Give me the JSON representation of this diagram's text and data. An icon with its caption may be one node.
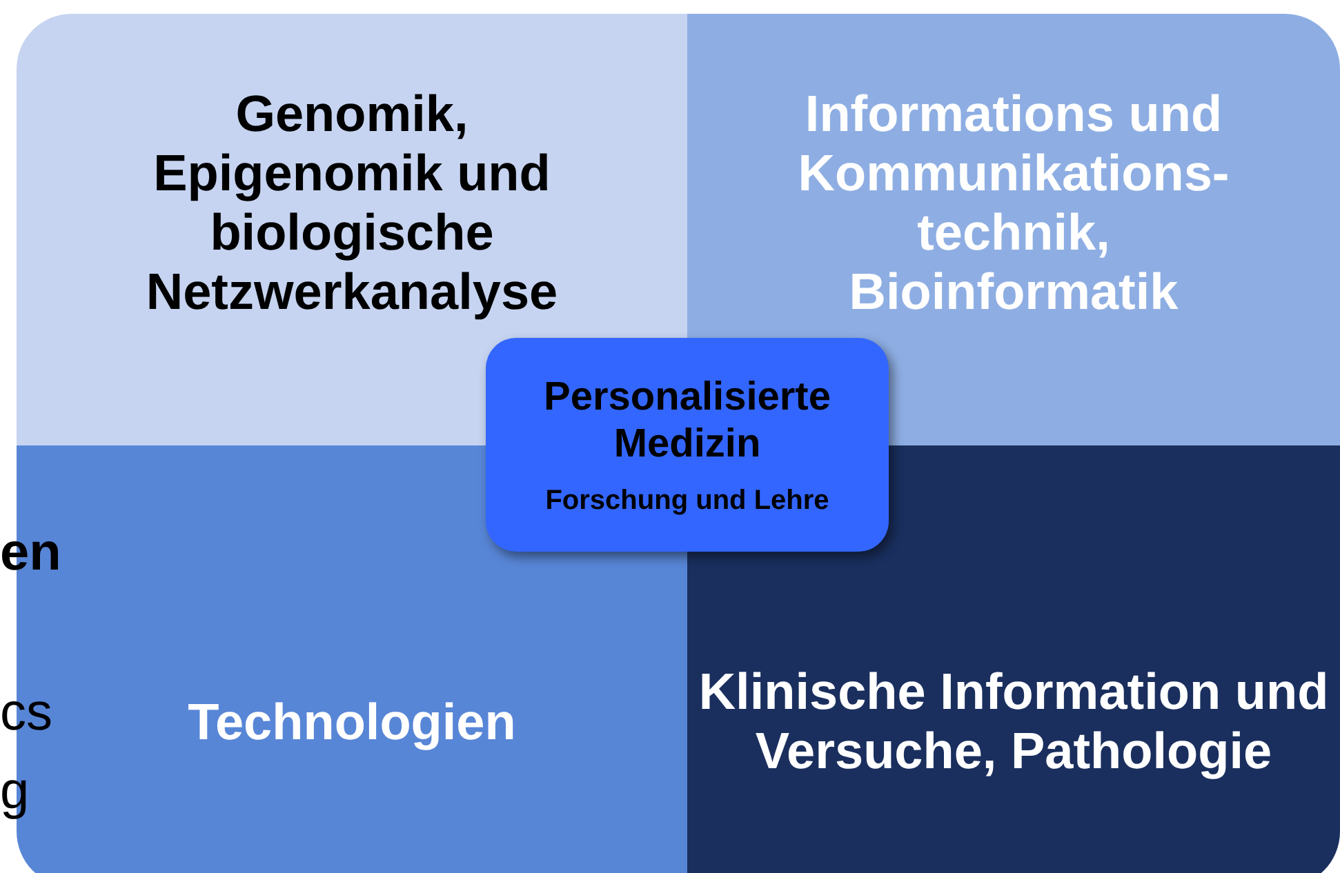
{
  "diagram": {
    "nodes": [
      {
        "text": [
          "Genomik, Epigenomik und biologische Netzwerkanalyse"
        ]
      },
      {
        "text": [
          "Informations und Kommunikations-technik, Bioinformatik"
        ]
      },
      {
        "text": [
          "Technologien"
        ]
      },
      {
        "text": [
          "Klinische Information und Versuche, Pathologie"
        ]
      },
      {
        "text": [
          "Personalisierte Medizin",
          "Forschung und Lehre"
        ]
      }
    ],
    "labels": [
      "en",
      "cs",
      "g"
    ]
  }
}
